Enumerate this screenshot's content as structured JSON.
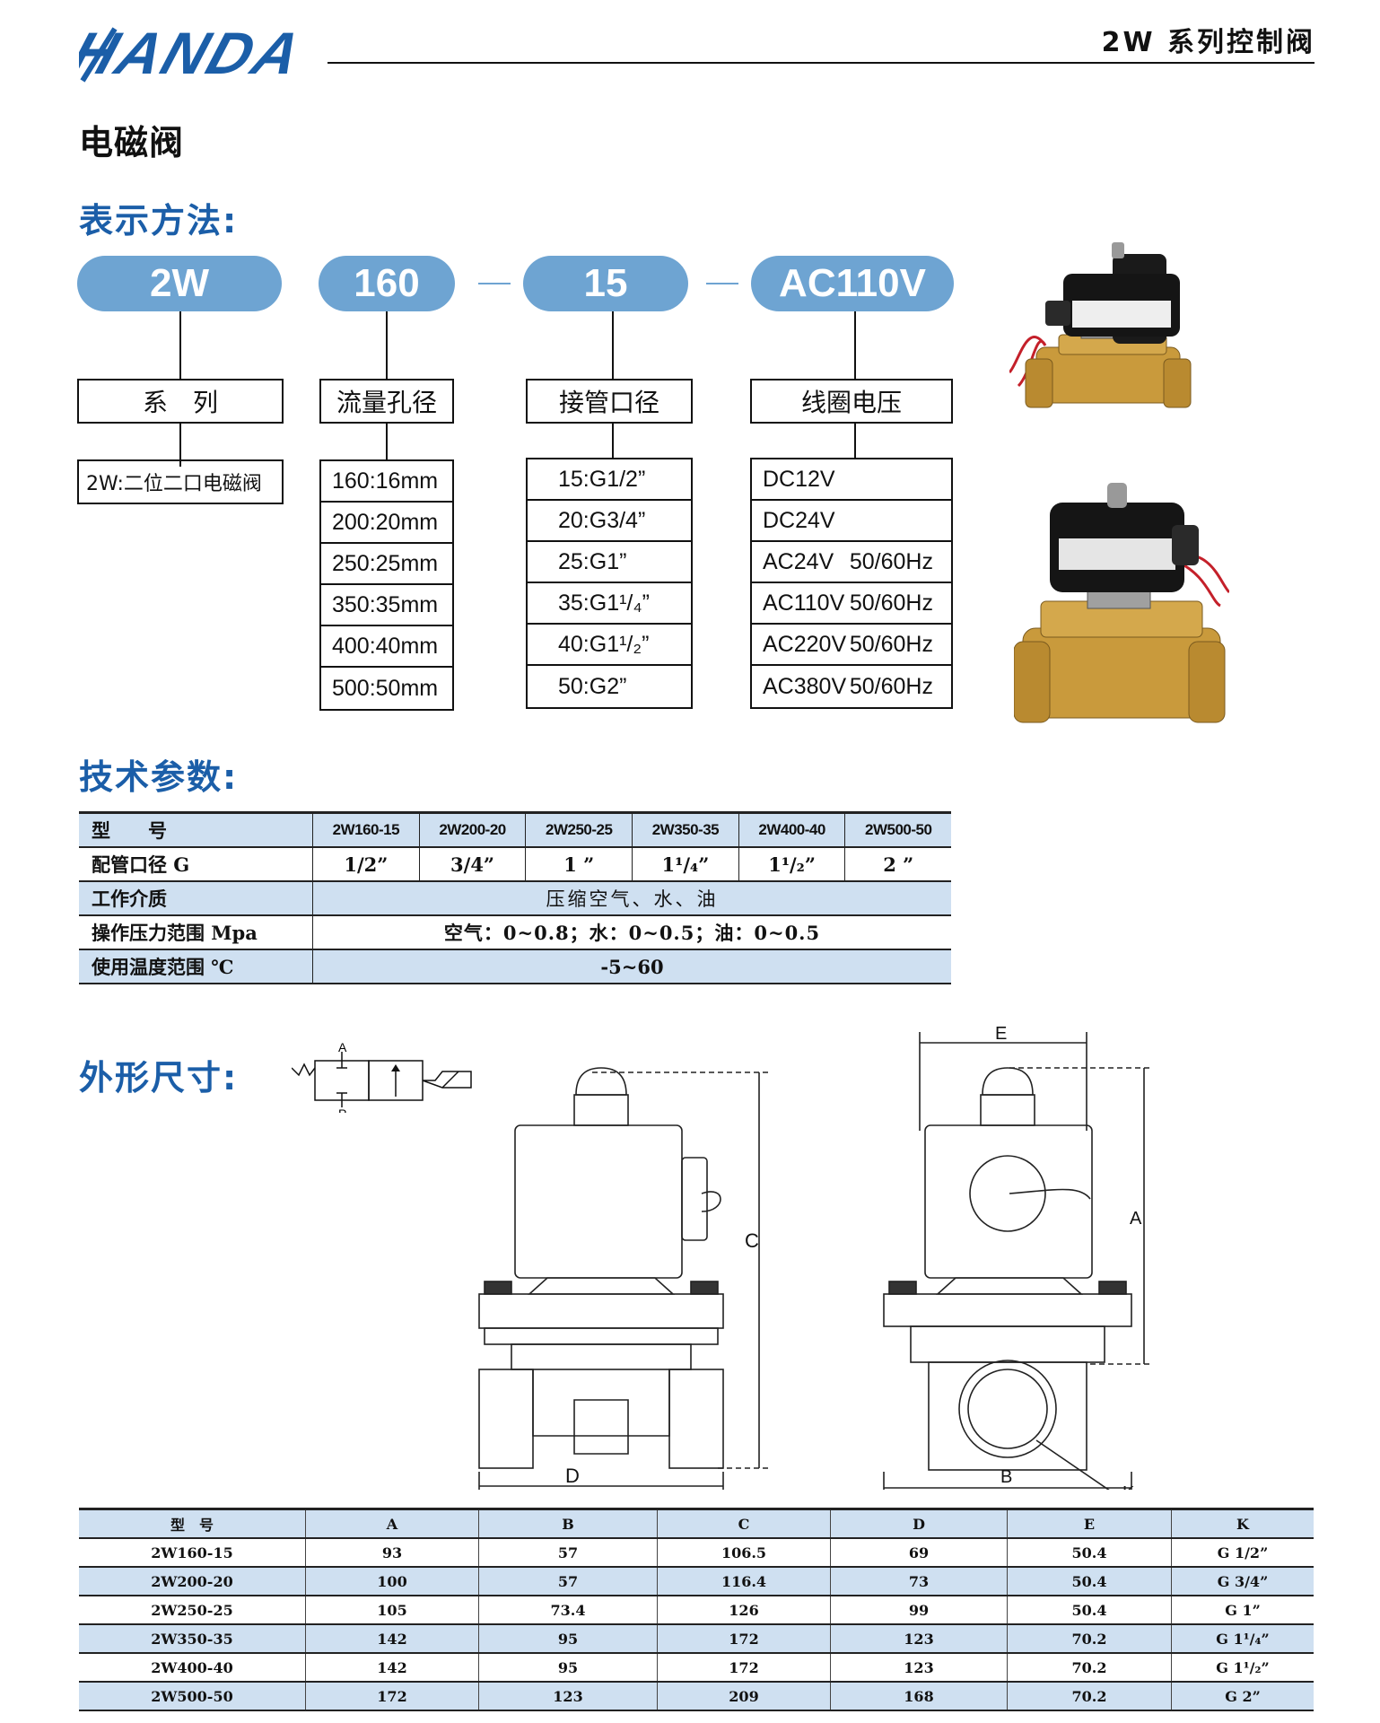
{
  "header": {
    "logo_text": "HANDA",
    "series_title": "2W 系列控制阀"
  },
  "page_title": "电磁阀",
  "designation": {
    "section_title": "表示方法:",
    "pills": [
      "2W",
      "160",
      "15",
      "AC110V"
    ],
    "labels": [
      "系　列",
      "流量孔径",
      "接管口径",
      "线圈电压"
    ],
    "series_options": [
      "2W:二位二口电磁阀"
    ],
    "orifice_options": [
      "160:16mm",
      "200:20mm",
      "250:25mm",
      "350:35mm",
      "400:40mm",
      "500:50mm"
    ],
    "port_options": [
      "15:G1/2”",
      "20:G3/4”",
      "25:G1”",
      "35:G1¹/₄”",
      "40:G1¹/₂”",
      "50:G2”"
    ],
    "voltage_options": [
      {
        "v": "DC12V",
        "hz": ""
      },
      {
        "v": "DC24V",
        "hz": ""
      },
      {
        "v": "AC24V",
        "hz": "50/60Hz"
      },
      {
        "v": "AC110V",
        "hz": "50/60Hz"
      },
      {
        "v": "AC220V",
        "hz": "50/60Hz"
      },
      {
        "v": "AC380V",
        "hz": "50/60Hz"
      }
    ]
  },
  "tech": {
    "section_title": "技术参数:",
    "model_label": "型　　号",
    "models": [
      "2W160-15",
      "2W200-20",
      "2W250-25",
      "2W350-35",
      "2W400-40",
      "2W500-50"
    ],
    "port_label": "配管口径 G",
    "ports": [
      "1/2”",
      "3/4”",
      "1 ”",
      "1¹/₄”",
      "1¹/₂”",
      "2 ”"
    ],
    "medium_label": "工作介质",
    "medium": "压缩空气、水、油",
    "pressure_label": "操作压力范围 Mpa",
    "pressure": "空气：0~0.8；水：0~0.5；油：0~0.5",
    "temp_label": "使用温度范围 ℃",
    "temp": "-5~60"
  },
  "dims": {
    "section_title": "外形尺寸:",
    "symbol_labels": {
      "a": "A",
      "p": "P"
    },
    "drawing_labels": {
      "c": "C",
      "d": "D",
      "e": "E",
      "a": "A",
      "b": "B",
      "k": "K"
    },
    "columns": [
      "型　号",
      "A",
      "B",
      "C",
      "D",
      "E",
      "K"
    ],
    "rows": [
      [
        "2W160-15",
        "93",
        "57",
        "106.5",
        "69",
        "50.4",
        "G 1/2”"
      ],
      [
        "2W200-20",
        "100",
        "57",
        "116.4",
        "73",
        "50.4",
        "G 3/4”"
      ],
      [
        "2W250-25",
        "105",
        "73.4",
        "126",
        "99",
        "50.4",
        "G 1”"
      ],
      [
        "2W350-35",
        "142",
        "95",
        "172",
        "123",
        "70.2",
        "G 1¹/₄”"
      ],
      [
        "2W400-40",
        "142",
        "95",
        "172",
        "123",
        "70.2",
        "G 1¹/₂”"
      ],
      [
        "2W500-50",
        "172",
        "123",
        "209",
        "168",
        "70.2",
        "G 2”"
      ]
    ]
  }
}
